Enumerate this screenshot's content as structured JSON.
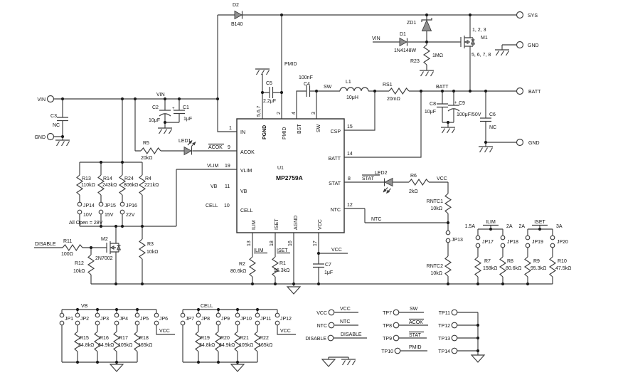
{
  "terminals": {
    "vin": "VIN",
    "gnd_in": "GND",
    "sys": "SYS",
    "gnd_sys": "GND",
    "batt": "BATT",
    "gnd_batt": "GND"
  },
  "nets": {
    "vin": "VIN",
    "vin2": "VIN",
    "pmid": "PMID",
    "sw": "SW",
    "batt": "BATT",
    "acok": "ACOK",
    "vlim": "VLIM",
    "vb": "VB",
    "cell": "CELL",
    "stat": "STAT",
    "vcc": "VCC",
    "vcc2": "VCC",
    "ntc": "NTC",
    "ilim": "ILIM",
    "iset": "ISET",
    "disable": "DISABLE",
    "vb_blk": "VB",
    "cell_blk": "CELL",
    "vcc_jp6": "VCC",
    "vcc_jp12": "VCC",
    "ilim_sel": "ILIM",
    "iset_sel": "ISET",
    "tp_vcc_l": "VCC",
    "tp_vcc_r": "VCC",
    "tp_ntc_l": "NTC",
    "tp_ntc_r": "NTC",
    "tp_dis_l": "DISABLE",
    "tp_dis_r": "DISABLE",
    "tp_sw": "SW",
    "tp_acok": "ACOK",
    "tp_stat": "STAT",
    "tp_pmid": "PMID"
  },
  "ic": {
    "ref": "U1",
    "part": "MP2759A",
    "pins": {
      "in": "IN",
      "acok": "ACOK",
      "vlim": "VLIM",
      "vb": "VB",
      "cell": "CELL",
      "csp": "CSP",
      "batt": "BATT",
      "stat": "STAT",
      "ntc": "NTC",
      "pgnd": "PGND",
      "pmid": "PMID",
      "bst": "BST",
      "sw": "SW",
      "ilim": "ILIM",
      "iset": "ISET",
      "agnd": "AGND",
      "vcc": "VCC"
    },
    "nums": {
      "in": "1",
      "acok": "9",
      "vlim": "19",
      "vb": "11",
      "cell": "10",
      "csp": "15",
      "batt": "14",
      "stat": "8",
      "ntc": "12",
      "pgnd": "5,6,7",
      "pmid": "2",
      "bst": "4",
      "sw": "3",
      "ilim": "13",
      "iset": "18",
      "agnd": "16",
      "vcc": "17"
    }
  },
  "components": {
    "d2": {
      "ref": "D2",
      "val": "B140"
    },
    "d1": {
      "ref": "D1",
      "val": "1N4148W"
    },
    "zd1": {
      "ref": "ZD1"
    },
    "m1": {
      "ref": "M1",
      "pins_top": "1, 2, 3",
      "pins_bottom": "5, 6, 7, 8"
    },
    "r23": {
      "ref": "R23",
      "val": "1MΩ"
    },
    "c3": {
      "ref": "C3",
      "val": "NC"
    },
    "c2": {
      "ref": "C2",
      "val": "10μF",
      "plus": "+"
    },
    "c1": {
      "ref": "C1",
      "val": "1μF"
    },
    "c5": {
      "ref": "C5",
      "val": "2.2μF"
    },
    "c4": {
      "ref": "C4",
      "val": "100nF"
    },
    "l1": {
      "ref": "L1",
      "val": "10μH"
    },
    "rs1": {
      "ref": "RS1",
      "val": "20mΩ"
    },
    "c8": {
      "ref": "C8",
      "val": "10μF"
    },
    "c9": {
      "ref": "C9",
      "val": "100μF/50V",
      "plus": "+"
    },
    "c6": {
      "ref": "C6",
      "val": "NC"
    },
    "c7": {
      "ref": "C7",
      "val": "1μF"
    },
    "r5": {
      "ref": "R5",
      "val": "20kΩ"
    },
    "led1": {
      "ref": "LED1"
    },
    "led2": {
      "ref": "LED2"
    },
    "r6": {
      "ref": "R6",
      "val": "2kΩ"
    },
    "rntc1": {
      "ref": "RNTC1",
      "val": "10kΩ"
    },
    "rntc2": {
      "ref": "RNTC2",
      "val": "10kΩ"
    },
    "r13": {
      "ref": "R13",
      "val": "110kΩ"
    },
    "r14": {
      "ref": "R14",
      "val": "243kΩ"
    },
    "r24": {
      "ref": "R24",
      "val": "806kΩ"
    },
    "r4": {
      "ref": "R4",
      "val": "221kΩ"
    },
    "r3": {
      "ref": "R3",
      "val": "10kΩ"
    },
    "r11": {
      "ref": "R11",
      "val": "100Ω"
    },
    "r12": {
      "ref": "R12",
      "val": "10kΩ"
    },
    "m2": {
      "ref": "M2",
      "val": "2N7002"
    },
    "r2": {
      "ref": "R2",
      "val": "80.6kΩ"
    },
    "r1": {
      "ref": "R1",
      "val": "95.3kΩ"
    },
    "r7": {
      "ref": "R7",
      "val": "158kΩ"
    },
    "r8": {
      "ref": "R8",
      "val": "80.6kΩ"
    },
    "r9": {
      "ref": "R9",
      "val": "95.3kΩ"
    },
    "r10": {
      "ref": "R10",
      "val": "47.5kΩ"
    },
    "r15": {
      "ref": "R15",
      "val": "34.8kΩ"
    },
    "r16": {
      "ref": "R16",
      "val": "64.9kΩ"
    },
    "r17": {
      "ref": "R17",
      "val": "105kΩ"
    },
    "r18": {
      "ref": "R18",
      "val": "165kΩ"
    },
    "r19": {
      "ref": "R19",
      "val": "34.8kΩ"
    },
    "r20": {
      "ref": "R20",
      "val": "64.9kΩ"
    },
    "r21": {
      "ref": "R21",
      "val": "105kΩ"
    },
    "r22": {
      "ref": "R22",
      "val": "165kΩ"
    }
  },
  "jumpers": {
    "jp1": "JP1",
    "jp2": "JP2",
    "jp3": "JP3",
    "jp4": "JP4",
    "jp5": "JP5",
    "jp6": "JP6",
    "jp7": "JP7",
    "jp8": "JP8",
    "jp9": "JP9",
    "jp10": "JP10",
    "jp11": "JP11",
    "jp12": "JP12",
    "jp13": "JP13",
    "jp14": "JP14",
    "jp15": "JP15",
    "jp16": "JP16",
    "jp17": "JP17",
    "jp18": "JP18",
    "jp19": "JP19",
    "jp20": "JP20"
  },
  "options": {
    "v10": "10V",
    "v15": "15V",
    "v22": "22V",
    "all_open": "All Open = 28V",
    "a1_5": "1.5A",
    "a2a": "2A",
    "a2b": "2A",
    "a3": "3A"
  },
  "testpoints": {
    "tp7": "TP7",
    "tp8": "TP8",
    "tp9": "TP9",
    "tp10": "TP10",
    "tp11": "TP11",
    "tp12": "TP12",
    "tp13": "TP13",
    "tp14": "TP14"
  }
}
